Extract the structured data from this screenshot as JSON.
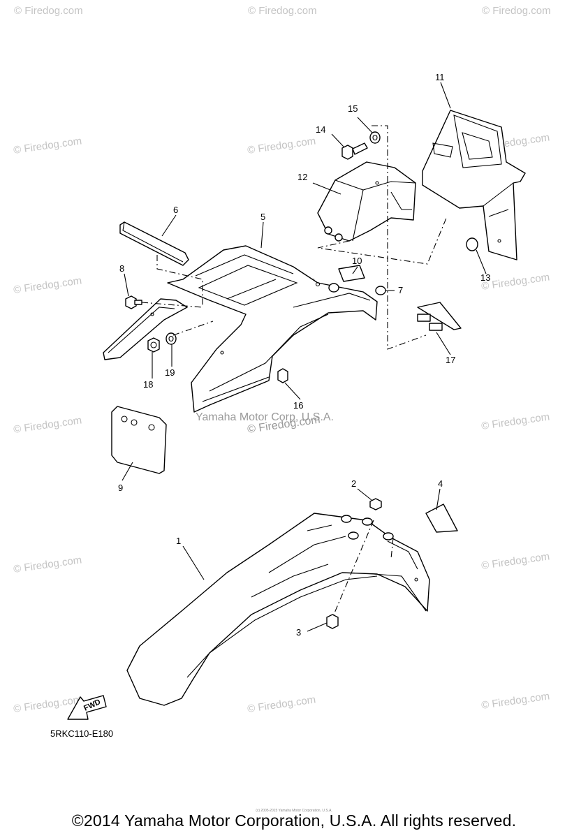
{
  "diagram": {
    "watermark_text": "© Firedog.com",
    "center_watermark": "Yamaha Motor Corp, U.S.A.",
    "center_firedog": "© Firedog.com",
    "callouts": [
      "1",
      "2",
      "3",
      "4",
      "5",
      "6",
      "7",
      "8",
      "9",
      "10",
      "11",
      "12",
      "13",
      "14",
      "15",
      "16",
      "17",
      "18",
      "19"
    ],
    "fwd_label": "FWD",
    "reference_code": "5RKC110-E180",
    "copyright": "©2014 Yamaha Motor Corporation, U.S.A. All rights reserved.",
    "small_credit": "(c) 2005-2015 Yamaha Motor Corporation, U.S.A."
  }
}
